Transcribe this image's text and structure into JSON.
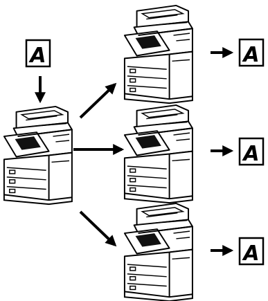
{
  "diagram": {
    "source_document": {
      "letter": "A"
    },
    "output_documents": [
      {
        "letter": "A"
      },
      {
        "letter": "A"
      },
      {
        "letter": "A"
      }
    ],
    "devices": [
      {
        "role": "source",
        "icon": "multifunction-printer-icon"
      },
      {
        "role": "destination",
        "icon": "multifunction-printer-icon"
      },
      {
        "role": "destination",
        "icon": "multifunction-printer-icon"
      },
      {
        "role": "destination",
        "icon": "multifunction-printer-icon"
      }
    ],
    "colors": {
      "line": "#000000",
      "fill": "#ffffff",
      "screen": "#111111"
    }
  }
}
